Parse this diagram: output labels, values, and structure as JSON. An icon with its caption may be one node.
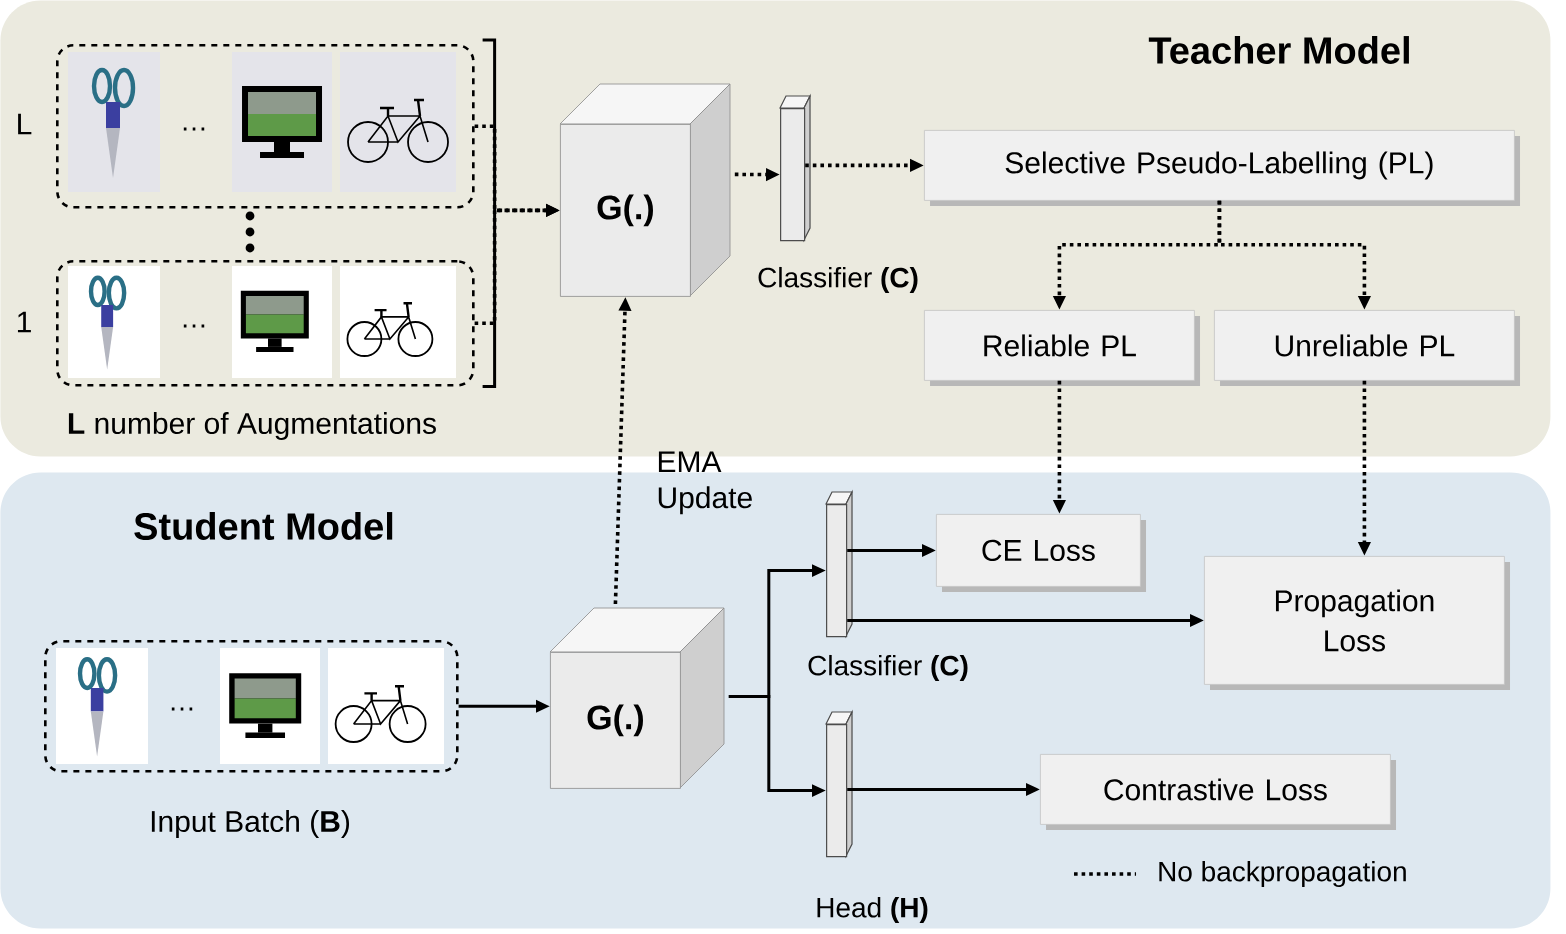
{
  "diagram": {
    "nodes": [
      {
        "text": [
          "Teacher Model"
        ]
      },
      {
        "text": [
          "…"
        ],
        "beside": [
          "L"
        ],
        "in": 0
      },
      {
        "text": [
          "…"
        ],
        "beside": [
          "1",
          "**L** number of Augmentations"
        ],
        "in": 0
      },
      {
        "text": [
          "G(.)"
        ],
        "in": 0
      },
      {
        "text": [],
        "shape": "bar",
        "beside": [
          "Classifier **(C)**"
        ],
        "in": 0
      },
      {
        "text": [
          "Selective Pseudo-Labelling (PL)"
        ],
        "in": 0
      },
      {
        "text": [
          "Reliable PL"
        ],
        "in": 0
      },
      {
        "text": [
          "Unreliable PL"
        ],
        "in": 0
      },
      {
        "text": [
          "Student Model"
        ]
      },
      {
        "text": [
          "…"
        ],
        "beside": [
          "Input Batch (**B**)"
        ],
        "in": 8
      },
      {
        "text": [
          "G(.)"
        ],
        "in": 8
      },
      {
        "text": [],
        "shape": "bar",
        "beside": [
          "Classifier **(C)**"
        ],
        "in": 8
      },
      {
        "text": [],
        "shape": "bar",
        "beside": [
          "Head **(H)**"
        ],
        "in": 8
      },
      {
        "text": [
          "CE Loss"
        ],
        "in": 8
      },
      {
        "text": [
          "Propagation Loss"
        ],
        "in": 8
      },
      {
        "text": [
          "Contrastive Loss"
        ],
        "in": 8
      }
    ],
    "edges": [
      {
        "from": 1,
        "to": 3,
        "arrow": "to",
        "style": "dashed"
      },
      {
        "from": 2,
        "to": 3,
        "arrow": "to",
        "style": "dashed"
      },
      {
        "from": 3,
        "to": 4,
        "arrow": "to",
        "style": "dashed"
      },
      {
        "from": 4,
        "to": 5,
        "arrow": "to",
        "style": "dashed"
      },
      {
        "from": 5,
        "to": 6,
        "arrow": "to",
        "style": "dashed"
      },
      {
        "from": 5,
        "to": 7,
        "arrow": "to",
        "style": "dashed"
      },
      {
        "from": 6,
        "to": 13,
        "arrow": "to",
        "style": "dashed"
      },
      {
        "from": 7,
        "to": 14,
        "arrow": "to",
        "style": "dashed"
      },
      {
        "from": 10,
        "to": 3,
        "arrow": "to",
        "style": "dashed",
        "label": "EMA Update"
      },
      {
        "from": 9,
        "to": 10,
        "arrow": "to"
      },
      {
        "from": 10,
        "to": 11,
        "arrow": "to"
      },
      {
        "from": 10,
        "to": 12,
        "arrow": "to"
      },
      {
        "from": 11,
        "to": 13,
        "arrow": "to"
      },
      {
        "from": 11,
        "to": 14,
        "arrow": "to"
      },
      {
        "from": 12,
        "to": 15,
        "arrow": "to"
      }
    ],
    "legend": [
      {
        "text": "No backpropagation"
      }
    ]
  }
}
